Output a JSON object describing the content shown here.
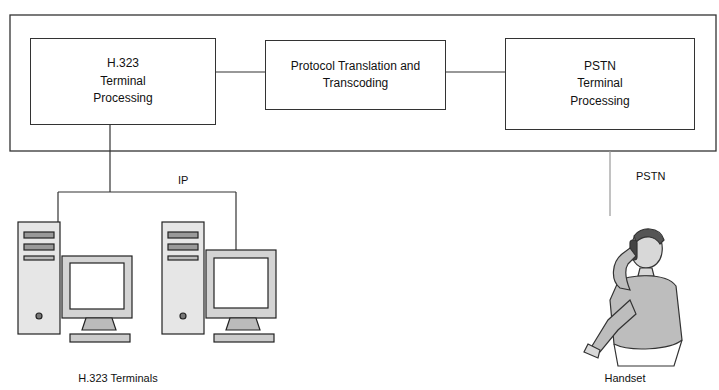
{
  "diagram": {
    "nodes": [
      {
        "text": [
          "H.323 Terminal Processing"
        ]
      },
      {
        "text": [
          "Protocol Translation and Transcoding"
        ]
      },
      {
        "text": [
          "PSTN Terminal Processing"
        ]
      }
    ],
    "edges": [
      {
        "from": 0,
        "to": 1,
        "arrow": "none"
      },
      {
        "from": 1,
        "to": 2,
        "arrow": "none"
      }
    ],
    "labels": [
      "IP",
      "PSTN",
      "H.323 Terminals",
      "Handset"
    ]
  }
}
